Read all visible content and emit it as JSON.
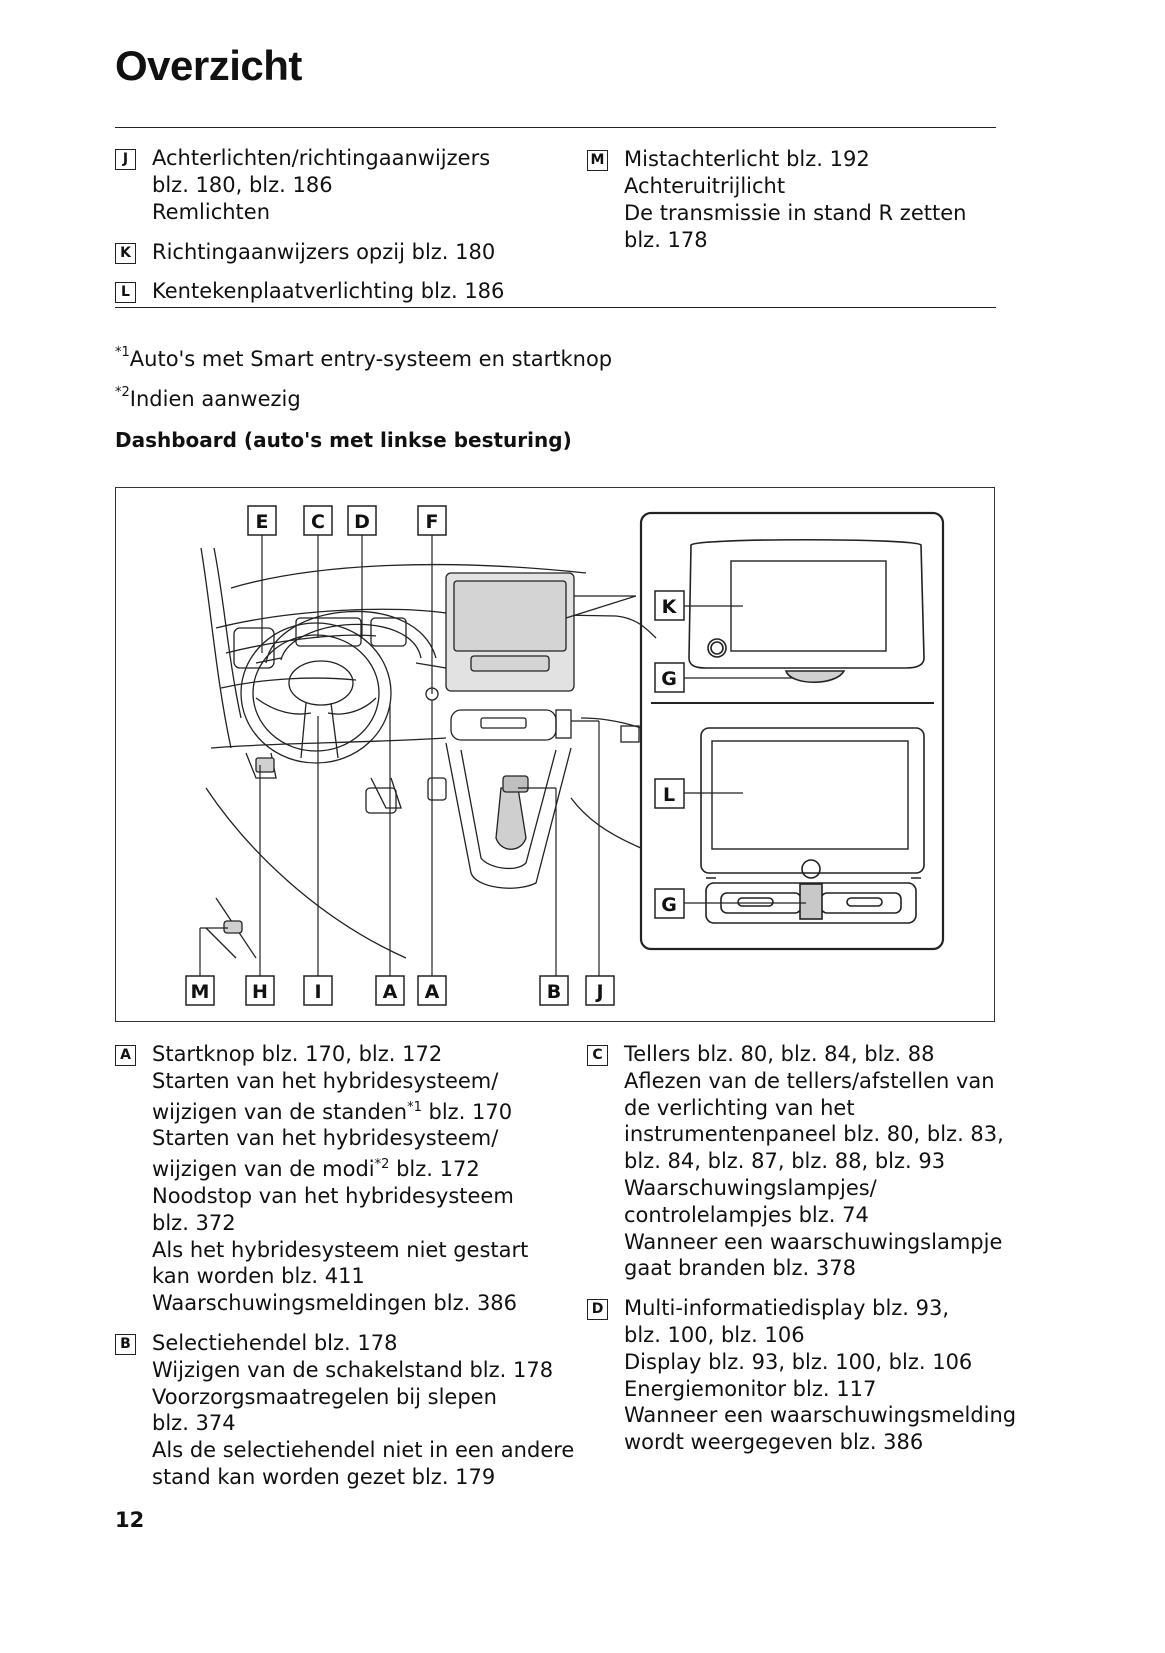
{
  "page": {
    "title": "Overzicht",
    "page_number": "12"
  },
  "legend_top": {
    "left": [
      {
        "letter": "J",
        "lines": [
          "Achterlichten/richtingaanwijzers",
          "blz. 180, blz. 186",
          "Remlichten"
        ]
      },
      {
        "letter": "K",
        "lines": [
          "Richtingaanwijzers opzij blz. 180"
        ]
      },
      {
        "letter": "L",
        "lines": [
          "Kentekenplaatverlichting blz. 186"
        ]
      }
    ],
    "right": [
      {
        "letter": "M",
        "lines": [
          "Mistachterlicht blz. 192",
          "Achteruitrijlicht",
          "De transmissie in stand R zetten",
          "blz. 178"
        ]
      }
    ]
  },
  "footnotes": {
    "note1_mark": "*1",
    "note1_text": "Auto's met Smart entry-systeem en startknop",
    "note2_mark": "*2",
    "note2_text": "Indien aanwezig"
  },
  "section": {
    "heading": "Dashboard (auto's met linkse besturing)"
  },
  "figure": {
    "callouts_top": [
      "E",
      "C",
      "D",
      "F"
    ],
    "callouts_bottom": [
      "M",
      "H",
      "I",
      "A",
      "A",
      "B",
      "J"
    ],
    "callouts_inset": [
      "K",
      "G",
      "L",
      "G"
    ]
  },
  "legend_bottom": {
    "A": {
      "letter": "A",
      "line1": "Startknop blz. 170, blz. 172",
      "line2": "Starten van het hybridesysteem/",
      "line3_pre": "wijzigen van de standen",
      "line3_sup": "*1",
      "line3_post": " blz. 170",
      "line4": "Starten van het hybridesysteem/",
      "line5_pre": "wijzigen van de modi",
      "line5_sup": "*2",
      "line5_post": " blz. 172",
      "line6": "Noodstop van het hybridesysteem",
      "line7": "blz. 372",
      "line8": "Als het hybridesysteem niet gestart",
      "line9": "kan worden blz. 411",
      "line10": "Waarschuwingsmeldingen blz. 386"
    },
    "B": {
      "letter": "B",
      "lines": [
        "Selectiehendel blz. 178",
        "Wijzigen van de schakelstand blz. 178",
        "Voorzorgsmaatregelen bij slepen",
        "blz. 374",
        "Als de selectiehendel niet in een andere",
        "stand kan worden gezet blz. 179"
      ]
    },
    "C": {
      "letter": "C",
      "lines": [
        "Tellers blz. 80, blz. 84, blz. 88",
        "Aflezen van de tellers/afstellen van",
        "de verlichting van het",
        "instrumentenpaneel blz. 80, blz. 83,",
        "blz. 84, blz. 87, blz. 88, blz. 93",
        "Waarschuwingslampjes/",
        "controlelampjes blz. 74",
        "Wanneer een waarschuwingslampje",
        "gaat branden blz. 378"
      ]
    },
    "D": {
      "letter": "D",
      "lines": [
        "Multi-informatiedisplay blz. 93,",
        "blz. 100, blz. 106",
        "Display blz. 93, blz. 100, blz. 106",
        "Energiemonitor blz. 117",
        "Wanneer een waarschuwingsmelding",
        "wordt weergegeven blz. 386"
      ]
    }
  }
}
